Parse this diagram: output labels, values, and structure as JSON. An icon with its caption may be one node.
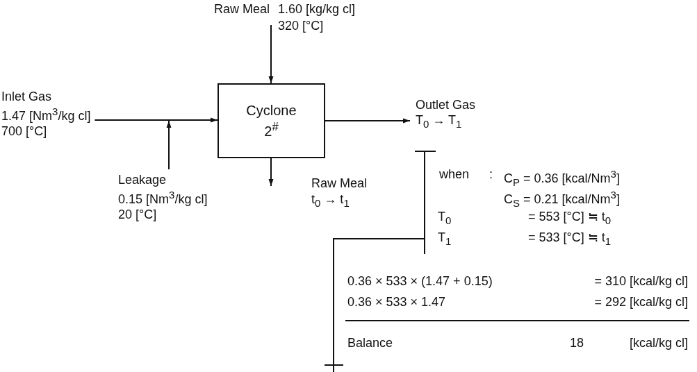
{
  "diagram": {
    "nodes": [
      {
        "text": [
          "Raw Meal"
        ],
        "beside": [
          "1.60 [kg/kg cl]",
          "320 [°C]"
        ]
      },
      {
        "text": [
          "Inlet Gas",
          "1.47 [Nm$^{3}$/kg cl]",
          "700 [°C]"
        ]
      },
      {
        "text": [
          "Cyclone 2$^{#}$"
        ]
      },
      {
        "text": [
          "Outlet Gas",
          "T$_{0}$ → T$_{1}$"
        ]
      },
      {
        "text": [
          "Leakage",
          "0.15 [Nm$^{3}$/kg cl]",
          "20 [°C]"
        ]
      }
    ],
    "edges": [
      {
        "from": 0,
        "to": 2,
        "arrow": "to"
      },
      {
        "from": 1,
        "to": 2,
        "arrow": "to"
      },
      {
        "from": 4,
        "to": 2,
        "arrow": "to"
      },
      {
        "from": 2,
        "to": 3,
        "arrow": "to"
      },
      {
        "from": 2,
        "to": null,
        "arrow": "to"
      }
    ],
    "labels": [
      "Raw Meal",
      "t$_{0}$ → t$_{1}$",
      "when",
      ":",
      "C$_{P}$ = 0.36 [kcal/Nm$^{3}$]",
      "C$_{S}$ = 0.21 [kcal/Nm$^{3}$]",
      "T$_{0}$",
      "= 553 [°C] ≒ t$_{0}$",
      "T$_{1}$",
      "= 533 [°C] ≒ t$_{1}$",
      "0.36 × 533 × (1.47 + 0.15)",
      "= 310 [kcal/kg cl]",
      "0.36 × 533 × 1.47",
      "= 292 [kcal/kg cl]",
      "Balance",
      "18",
      "[kcal/kg cl]"
    ]
  }
}
